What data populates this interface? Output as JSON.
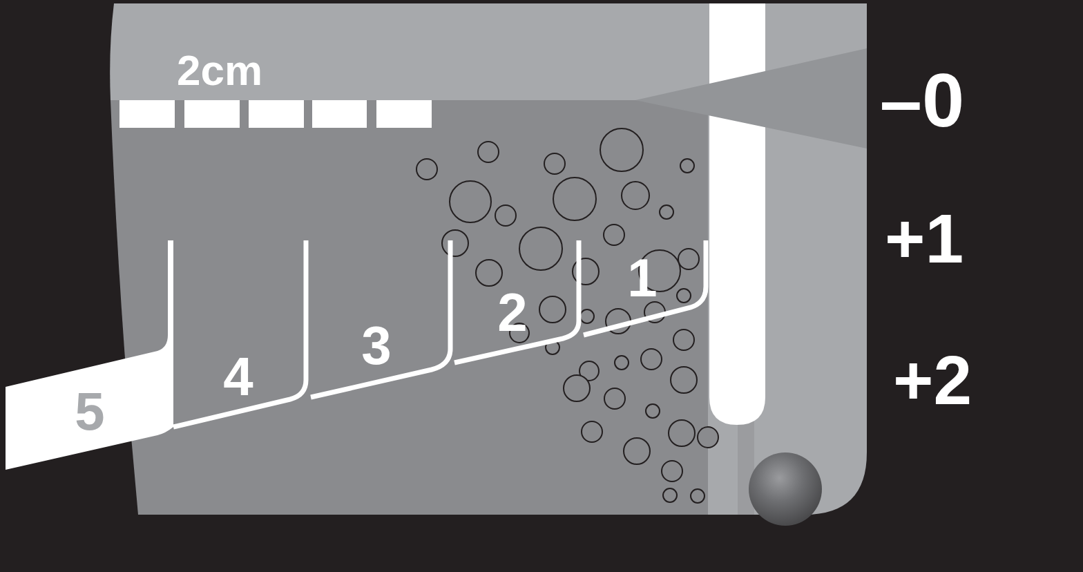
{
  "diagram": {
    "labels": [
      "2cm",
      "–0",
      "+1",
      "+2",
      "1",
      "2",
      "3",
      "4",
      "5"
    ]
  }
}
